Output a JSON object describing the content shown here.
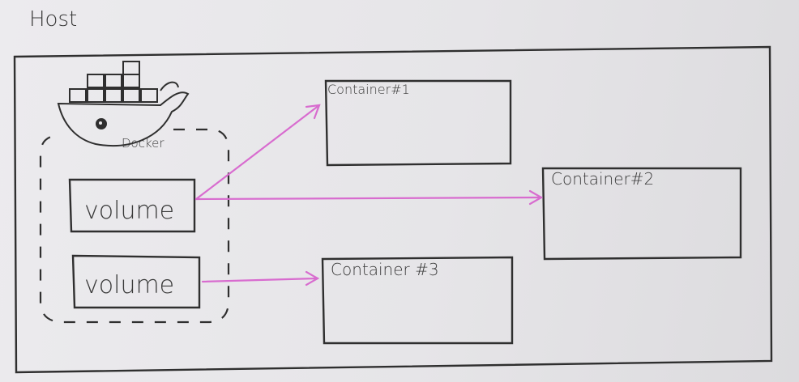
{
  "host_label": "Host",
  "docker_label": "Docker",
  "volumes": [
    "volume",
    "volume"
  ],
  "containers": [
    "Container#1",
    "Container#2",
    "Container #3"
  ],
  "colors": {
    "ink": "#2f2f2f",
    "arrow": "#d86ccf",
    "paper": "#e9e8ea"
  }
}
